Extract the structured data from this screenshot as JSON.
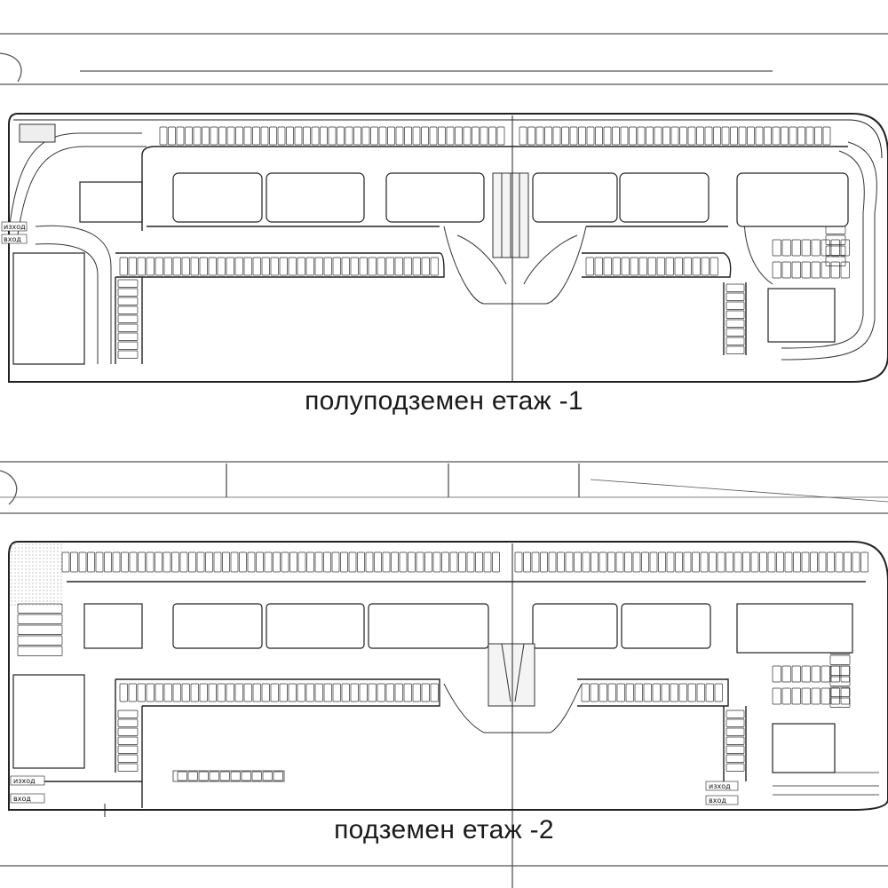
{
  "floors": [
    {
      "caption": "полуподземен етаж -1",
      "entrance_labels": [
        "изход",
        "вход"
      ]
    },
    {
      "caption": "подземен етаж -2",
      "entrance_labels": [
        "изход",
        "вход"
      ],
      "entrance_labels_right": [
        "изход",
        "вход"
      ]
    }
  ],
  "colors": {
    "line": "#222222",
    "road": "#555555",
    "fill": "#f4f4f4",
    "hatch": "#d8d8d8"
  }
}
